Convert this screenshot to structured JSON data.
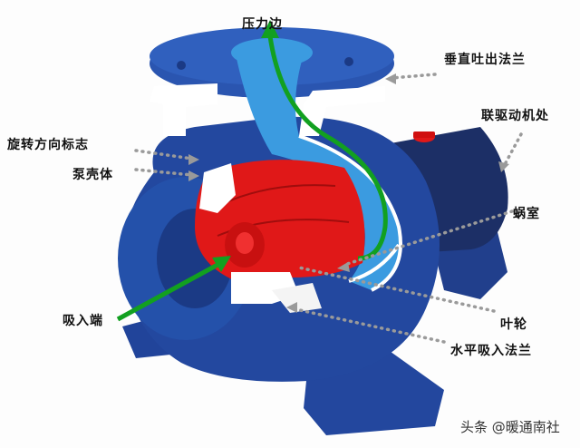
{
  "diagram": {
    "subject": "centrifugal pump cutaway",
    "colors": {
      "casing_dark_blue": "#1f3f8f",
      "casing_mid_blue": "#2a55b0",
      "water_channel_light_blue": "#3b9be0",
      "impeller_red": "#e01818",
      "flow_arrow_green": "#12a020",
      "leader_dots_gray": "#9a9a9a",
      "motor_navy": "#1c2f66",
      "cut_face_white": "#ffffff"
    },
    "labels": {
      "pressure_side": "压力边",
      "vertical_discharge_flange": "垂直吐出法兰",
      "coupling_drive": "联驱动机处",
      "rotation_direction_mark": "旋转方向标志",
      "pump_casing": "泵壳体",
      "volute": "蜗室",
      "suction_end": "吸入端",
      "impeller": "叶轮",
      "horizontal_suction_flange": "水平吸入法兰"
    },
    "watermark": "头条 @暖通南社"
  }
}
